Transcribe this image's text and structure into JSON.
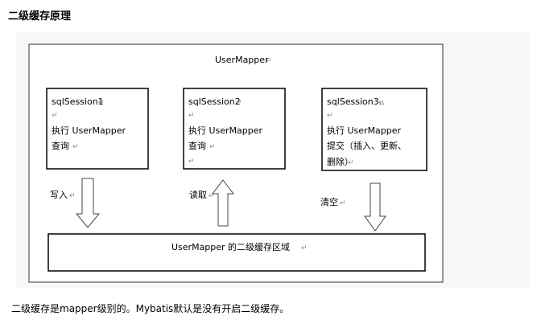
{
  "title": "二级缓存原理",
  "diagram": {
    "outer_label": "UserMapper",
    "sessions": [
      {
        "name": "sqlSession1",
        "lines": [
          "执行  UserMapper",
          "查询"
        ]
      },
      {
        "name": "sqlSession2",
        "lines": [
          "执行  UserMapper",
          "查询"
        ]
      },
      {
        "name": "sqlSession3..",
        "lines": [
          "执行  UserMapper",
          "提交（插入、更新、",
          "删除）"
        ]
      }
    ],
    "actions": [
      "写入",
      "读取",
      "清空"
    ],
    "cache_label": "UserMapper 的二级缓存区域",
    "para_mark": "↵"
  },
  "footer": "二级缓存是mapper级别的。Mybatis默认是没有开启二级缓存。"
}
